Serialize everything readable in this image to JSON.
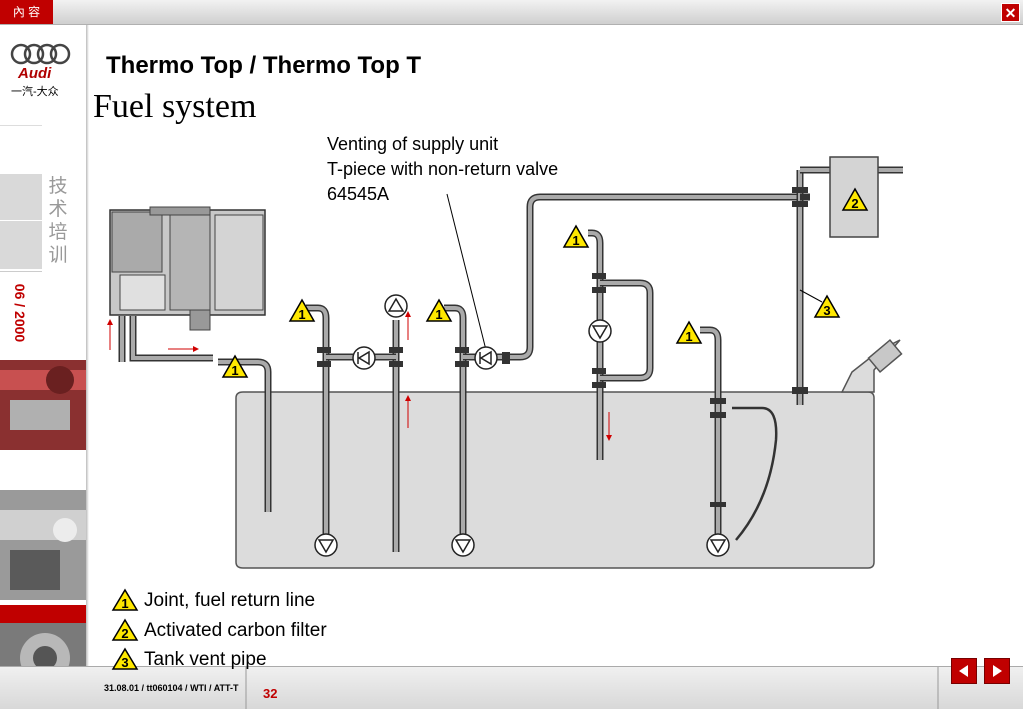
{
  "topbar": {
    "menu_label": "內 容",
    "close_icon": "close-icon"
  },
  "sidebar": {
    "logo_text": "Audi",
    "logo_sub": "一汽-大众",
    "section_cn": "技术培训",
    "date": "06 / 2000"
  },
  "slide": {
    "title": "Thermo Top / Thermo Top T",
    "subtitle": "Fuel system",
    "callout": {
      "line1": "Venting of supply unit",
      "line2": "T-piece with non-return valve",
      "line3": "64545A"
    },
    "markers": {
      "m1": "1",
      "m2": "2",
      "m3": "3"
    },
    "legend": [
      {
        "num": "1",
        "text": "Joint, fuel return line"
      },
      {
        "num": "2",
        "text": "Activated carbon filter"
      },
      {
        "num": "3",
        "text": "Tank vent pipe"
      }
    ]
  },
  "footer": {
    "note": "31.08.01 / tt060104 / WTI / ATT-T",
    "page": "32",
    "prev_icon": "arrow-left-icon",
    "next_icon": "arrow-right-icon"
  },
  "colors": {
    "accent": "#c00000",
    "warning": "#ffe800",
    "tank": "#dcdcdc"
  }
}
